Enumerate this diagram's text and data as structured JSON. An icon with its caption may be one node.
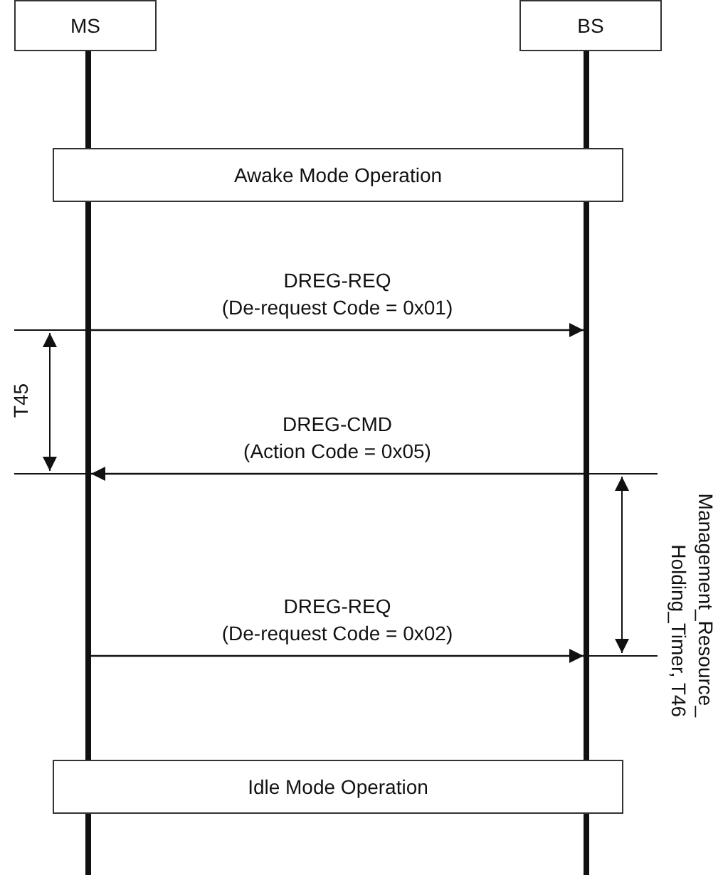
{
  "diagram": {
    "nodes": [
      {
        "text": [
          "MS"
        ]
      },
      {
        "text": [
          "BS"
        ]
      },
      {
        "text": [],
        "shape": "bar"
      },
      {
        "text": [],
        "shape": "bar"
      },
      {
        "text": [
          "Awake Mode Operation"
        ]
      },
      {
        "text": [
          "Idle Mode Operation"
        ]
      }
    ],
    "edges": [
      {
        "from": 2,
        "to": 3,
        "arrow": "to",
        "label": "DREG-REQ (De-request Code = 0x01)"
      },
      {
        "from": 3,
        "to": 2,
        "arrow": "to",
        "label": "DREG-CMD (Action Code = 0x05)"
      },
      {
        "from": 2,
        "to": 3,
        "arrow": "to",
        "label": "DREG-REQ (De-request Code = 0x02)"
      }
    ],
    "labels": [
      "T45",
      "Management_Resource_ Holding_Timer, T46"
    ]
  }
}
